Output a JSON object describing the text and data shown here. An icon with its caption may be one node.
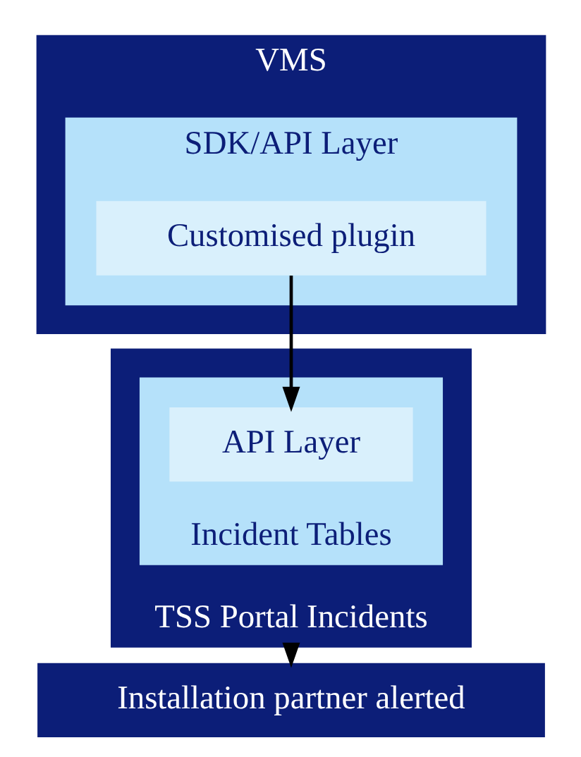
{
  "diagram": {
    "nodes": [
      {
        "text": [
          "VMS"
        ]
      },
      {
        "text": [
          "SDK/API Layer"
        ],
        "in": 0
      },
      {
        "text": [
          "Customised plugin"
        ],
        "in": 1
      },
      {
        "text": [
          "TSS Portal Incidents"
        ]
      },
      {
        "text": [
          "Incident Tables"
        ],
        "in": 3
      },
      {
        "text": [
          "API Layer"
        ],
        "in": 4
      },
      {
        "text": [
          "Installation partner alerted"
        ]
      }
    ],
    "edges": [
      {
        "from": 2,
        "to": 5,
        "arrow": "to"
      },
      {
        "from": 3,
        "to": 6,
        "arrow": "to"
      }
    ]
  }
}
